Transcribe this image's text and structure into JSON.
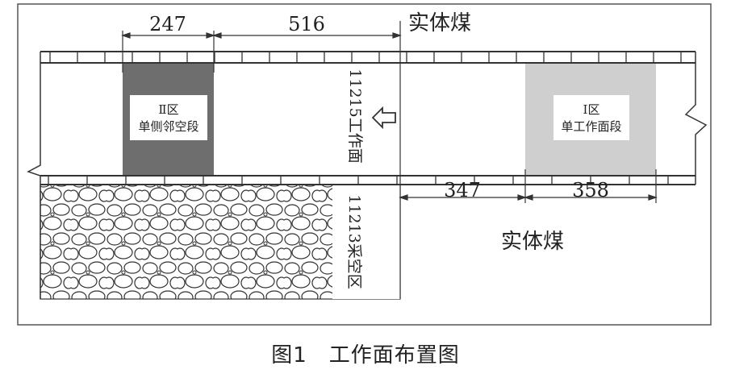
{
  "labels": {
    "solid_coal_top": "实体煤",
    "solid_coal_bottom": "实体煤",
    "zone2_line1": "Ⅱ区",
    "zone2_line2": "单侧邻空段",
    "zone1_line1": "I区",
    "zone1_line2": "单工作面段",
    "working_face": "11215工作面",
    "goaf": "11213采空区"
  },
  "dimensions": {
    "d247": "247",
    "d516": "516",
    "d347": "347",
    "d358": "358"
  },
  "caption": "图1　工作面布置图",
  "colors": {
    "zone2_fill": "#6e6e6e",
    "zone1_fill": "#cfcfcf",
    "line": "#333333"
  },
  "icons": {
    "direction": "arrow-left-icon"
  }
}
